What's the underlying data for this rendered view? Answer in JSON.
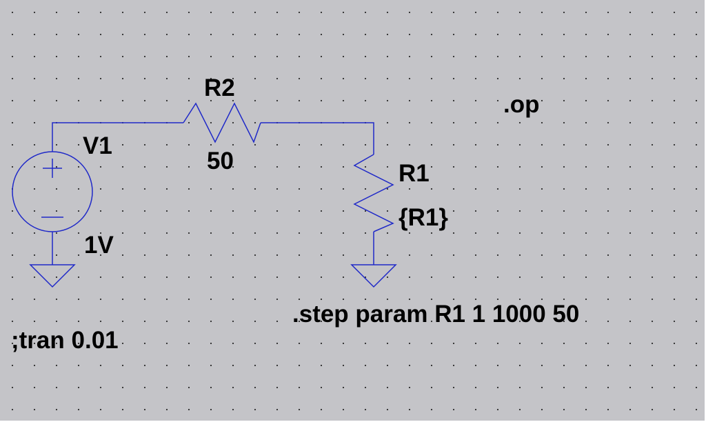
{
  "schematic": {
    "wire_color": "#1e28c8",
    "background_color": "#c4c4c8",
    "components": {
      "v1": {
        "name": "V1",
        "value": "1V",
        "icon": "voltage-source-icon"
      },
      "r2": {
        "name": "R2",
        "value": "50",
        "icon": "resistor-icon"
      },
      "r1": {
        "name": "R1",
        "value": "{R1}",
        "icon": "resistor-icon"
      },
      "ground_icon": "ground-icon"
    },
    "directives": {
      "op": ".op",
      "step": ".step param R1 1 1000 50",
      "tran_comment": ";tran 0.01"
    }
  }
}
